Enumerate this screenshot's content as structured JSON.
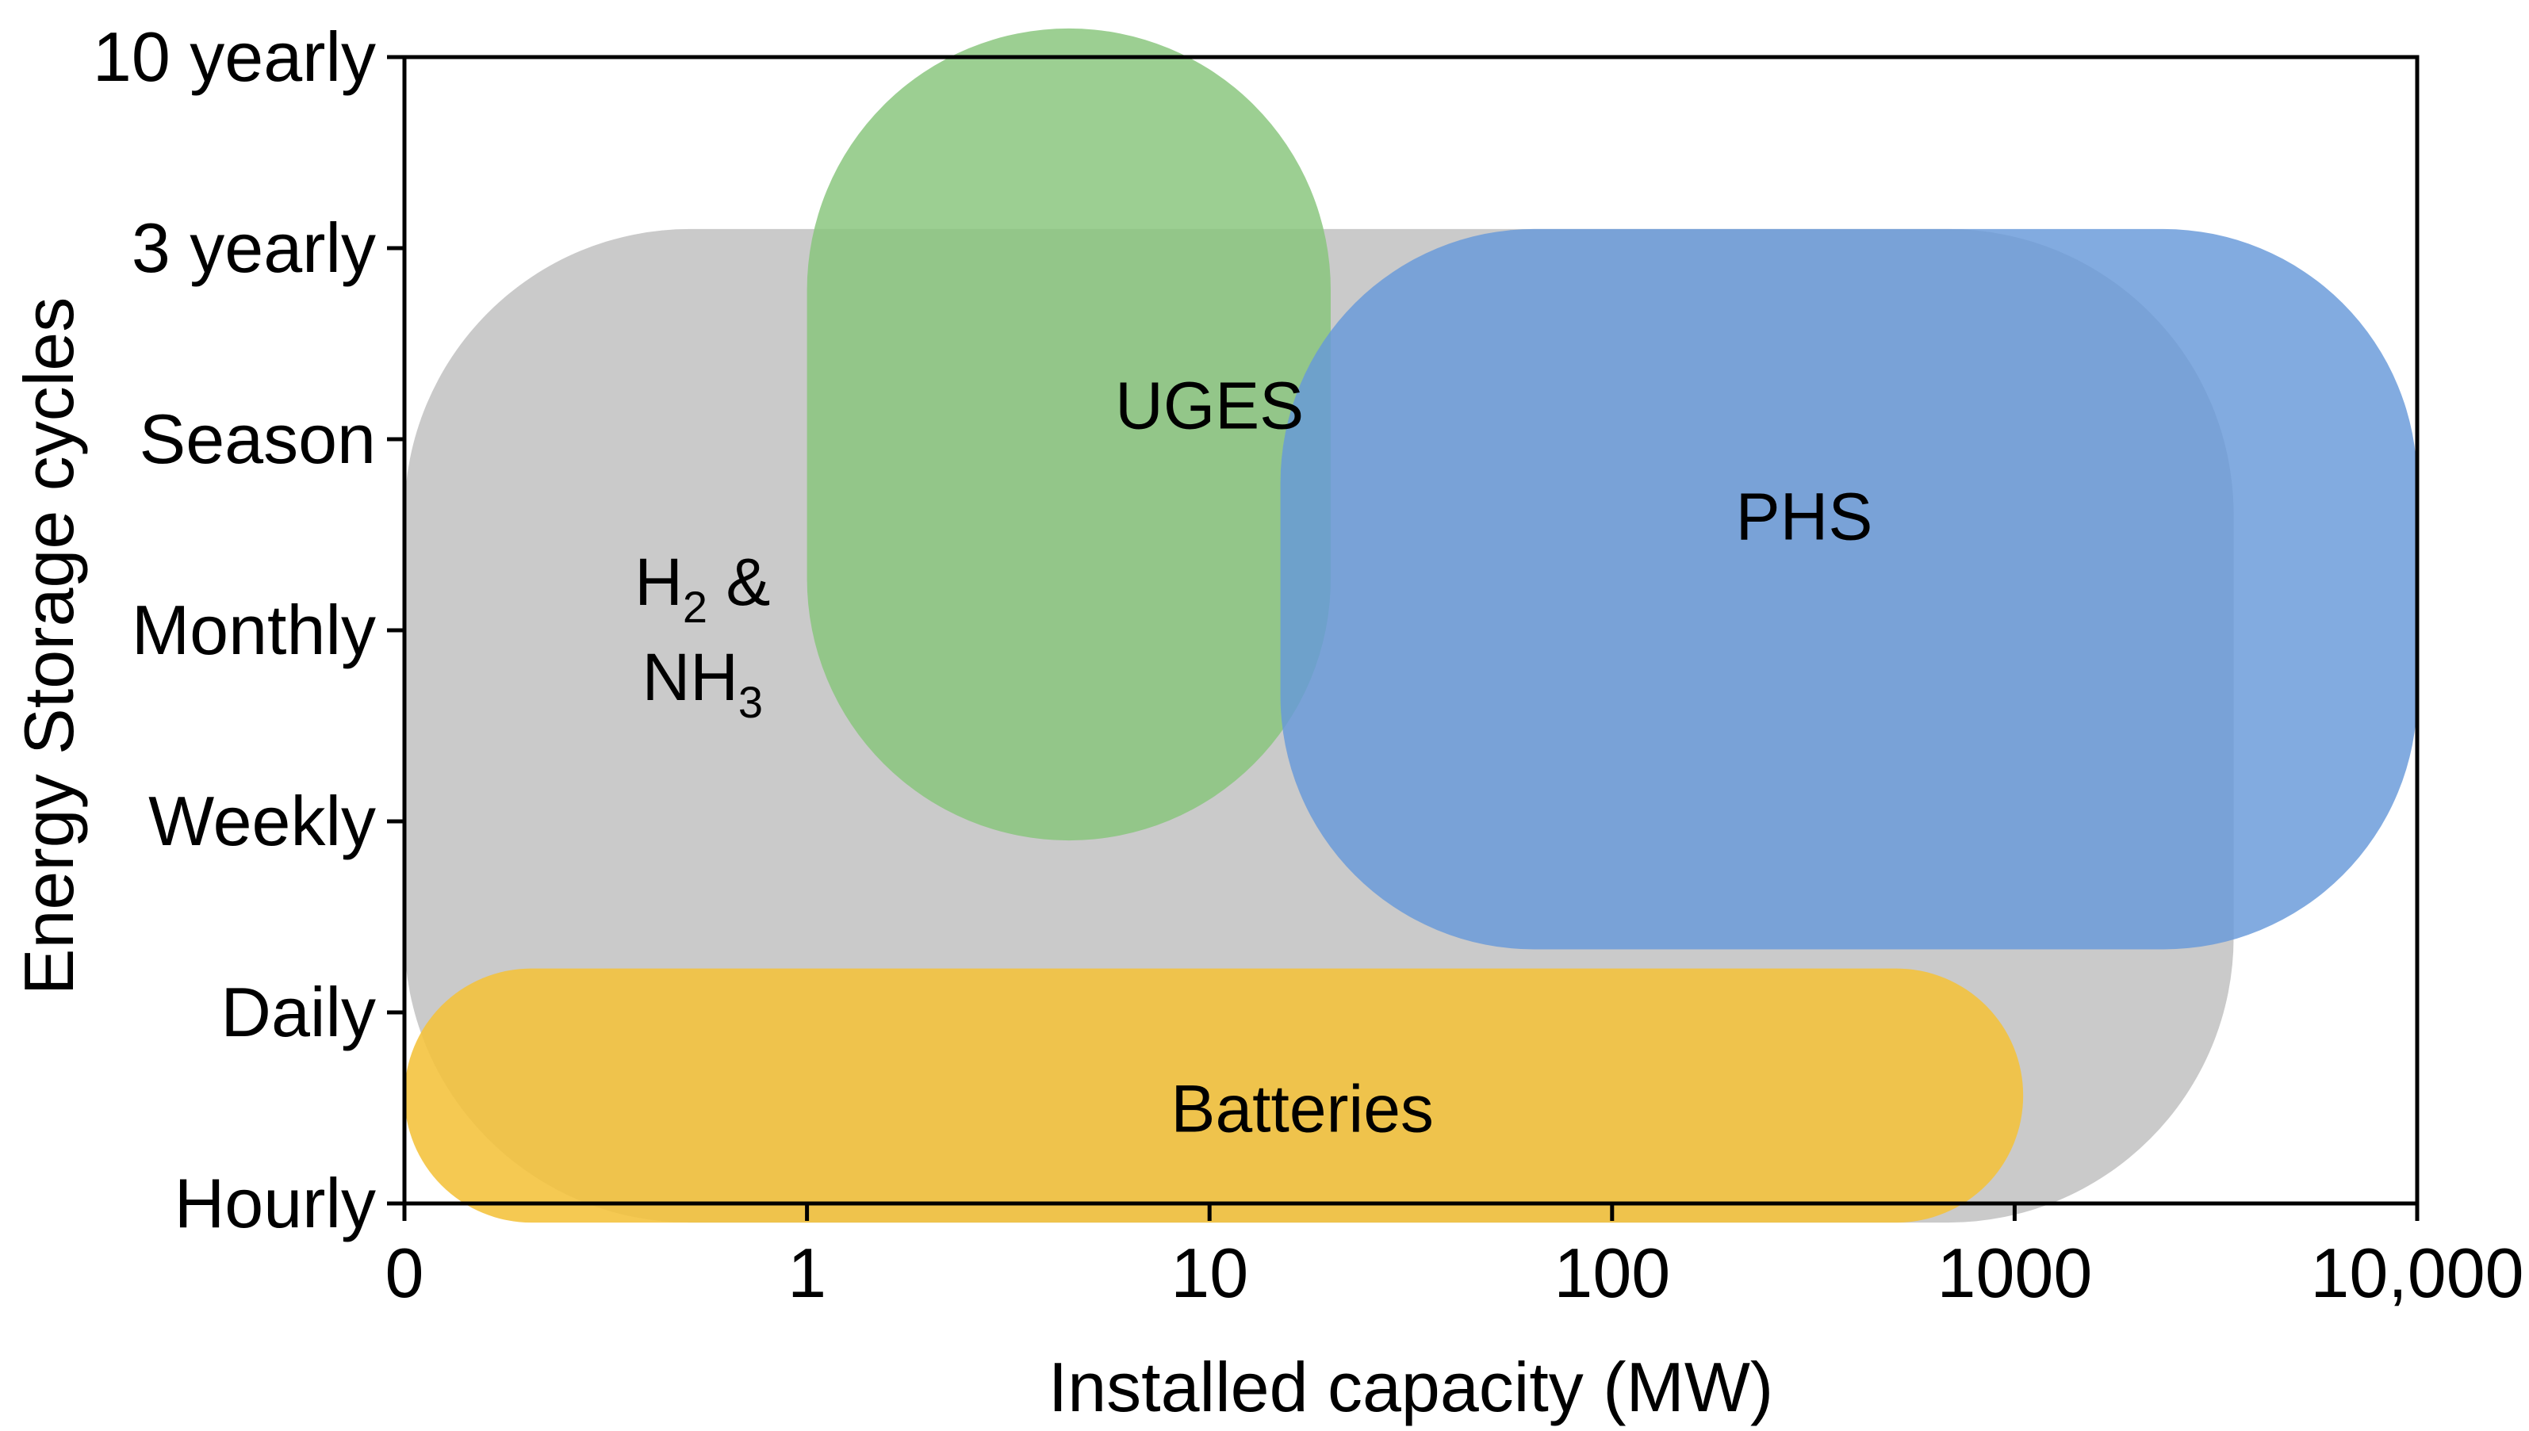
{
  "chart_data": {
    "type": "area",
    "xlabel": "Installed capacity (MW)",
    "ylabel": "Energy Storage cycles",
    "x_scale": "log",
    "x_ticks": [
      {
        "value": 0.1,
        "label": "0"
      },
      {
        "value": 1,
        "label": "1"
      },
      {
        "value": 10,
        "label": "10"
      },
      {
        "value": 100,
        "label": "100"
      },
      {
        "value": 1000,
        "label": "1000"
      },
      {
        "value": 10000,
        "label": "10,000"
      }
    ],
    "y_categories": [
      "Hourly",
      "Daily",
      "Weekly",
      "Monthly",
      "Season",
      "3 yearly",
      "10 yearly"
    ],
    "xlim": [
      0.1,
      10000
    ],
    "ylim": [
      "Hourly",
      "10 yearly"
    ],
    "grid": false,
    "regions": [
      {
        "label_main": "H",
        "label_sub": "2",
        "label_after": " &",
        "label_line2_main": "NH",
        "label_line2_sub": "3",
        "color": "#c4c4c4",
        "opacity": 0.9,
        "x": [
          0.1,
          3500
        ],
        "y": [
          -0.1,
          5.1
        ],
        "label_x": 0.55,
        "label_y": 3.05
      },
      {
        "label": "UGES",
        "color": "#86c57a",
        "opacity": 0.82,
        "x": [
          1,
          20
        ],
        "y": [
          1.9,
          6.15
        ],
        "label_x": 10,
        "label_y": 4.18
      },
      {
        "label": "PHS",
        "color": "#6699d9",
        "opacity": 0.82,
        "x": [
          15,
          10000
        ],
        "y": [
          1.33,
          5.1
        ],
        "label_x": 300,
        "label_y": 3.6
      },
      {
        "label": "Batteries",
        "color": "#f4c13a",
        "opacity": 0.88,
        "x": [
          0.1,
          1050
        ],
        "y": [
          -0.1,
          1.23
        ],
        "label_x": 17,
        "label_y": 0.5
      }
    ]
  }
}
